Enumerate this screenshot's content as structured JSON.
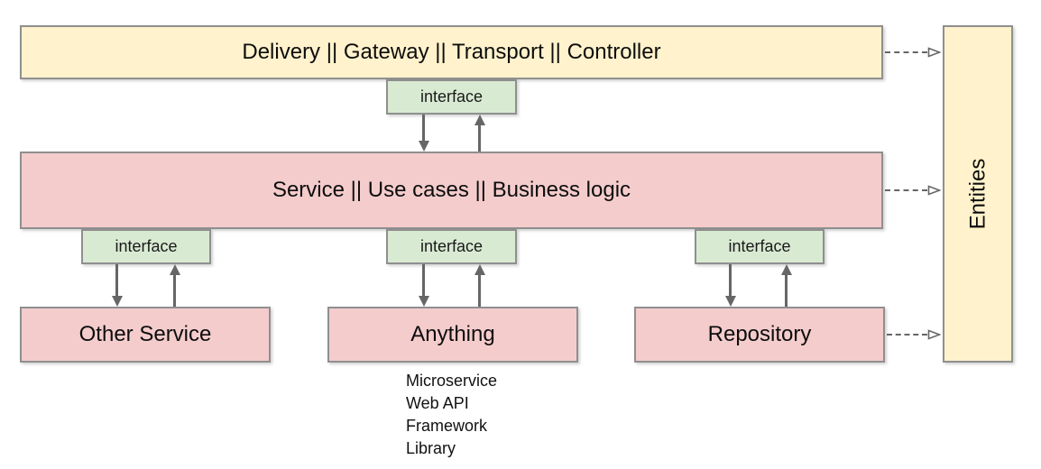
{
  "diagram": {
    "layers": {
      "delivery": {
        "label": "Delivery || Gateway || Transport || Controller"
      },
      "service": {
        "label": "Service || Use cases || Business logic"
      },
      "entities": {
        "label": "Entities"
      },
      "other_service": {
        "label": "Other Service"
      },
      "anything": {
        "label": "Anything"
      },
      "repository": {
        "label": "Repository"
      }
    },
    "interface_label": "interface",
    "anything_examples": [
      "Microservice",
      "Web API",
      "Framework",
      "Library"
    ],
    "colors": {
      "layer_fill": "#FFF2CC",
      "component_fill": "#F4CCCC",
      "interface_fill": "#D9EAD3",
      "border": "#8F8F8F",
      "arrow": "#666666",
      "text": "#111111"
    }
  }
}
